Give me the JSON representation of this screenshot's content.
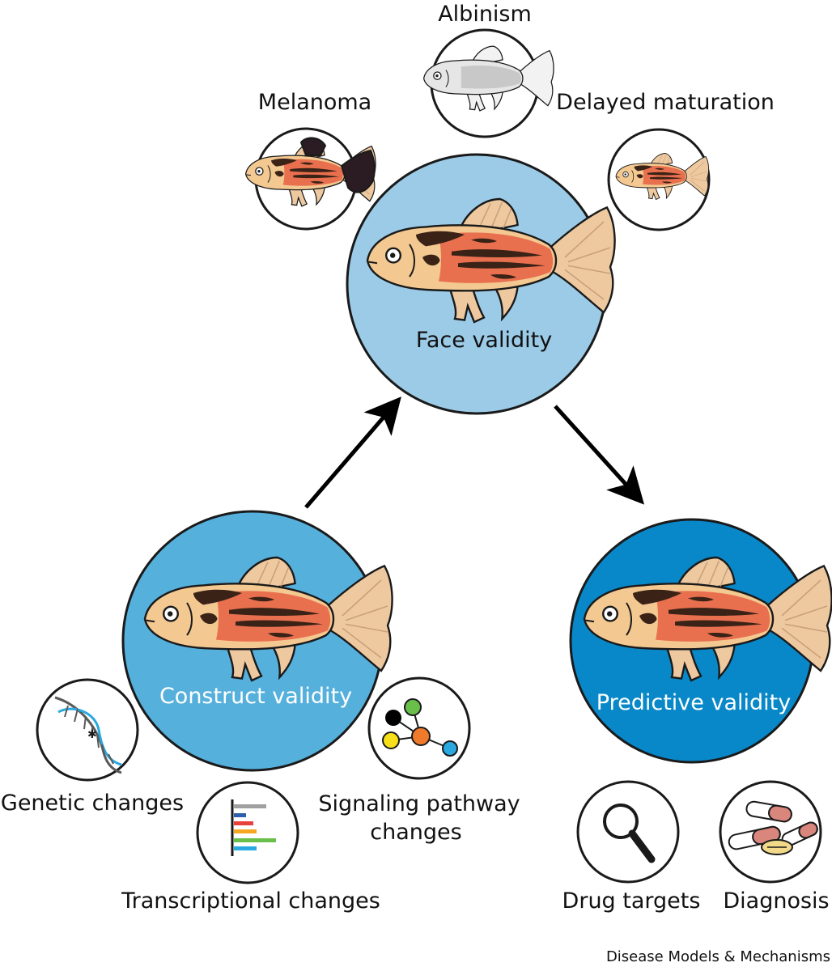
{
  "main_nodes": {
    "face": {
      "label": "Face validity",
      "color": "#9ccbe8"
    },
    "construct": {
      "label": "Construct validity",
      "color": "#55b0dc"
    },
    "predictive": {
      "label": "Predictive validity",
      "color": "#0888c8"
    }
  },
  "face_examples": {
    "albinism": "Albinism",
    "melanoma": "Melanoma",
    "delayed_maturation": "Delayed maturation"
  },
  "construct_examples": {
    "genetic": "Genetic changes",
    "transcriptional": "Transcriptional changes",
    "signaling_line1": "Signaling pathway",
    "signaling_line2": "changes"
  },
  "predictive_examples": {
    "drug_targets": "Drug targets",
    "diagnosis": "Diagnosis"
  },
  "credit": "Disease Models & Mechanisms",
  "colors": {
    "fish_body": "#f3c891",
    "fish_stripe": "#e8684a",
    "fish_dark": "#3a2217",
    "fin": "#eec9a0",
    "outline": "#1a1a1a",
    "dna_blue": "#2aa8e0",
    "bar_gray": "#a0a0a0",
    "bar_blue": "#2d60a8",
    "bar_red": "#e8403a",
    "bar_orange": "#f5a623",
    "bar_green": "#6abf4b",
    "bar_cyan": "#29a9e0",
    "node_black": "#000000",
    "node_green": "#6abf4b",
    "node_yellow": "#f7e01a",
    "node_orange": "#f07a2c",
    "node_cyan": "#29a9e0",
    "pill_red": "#d9867c",
    "pill_yellow": "#f2d98a"
  }
}
